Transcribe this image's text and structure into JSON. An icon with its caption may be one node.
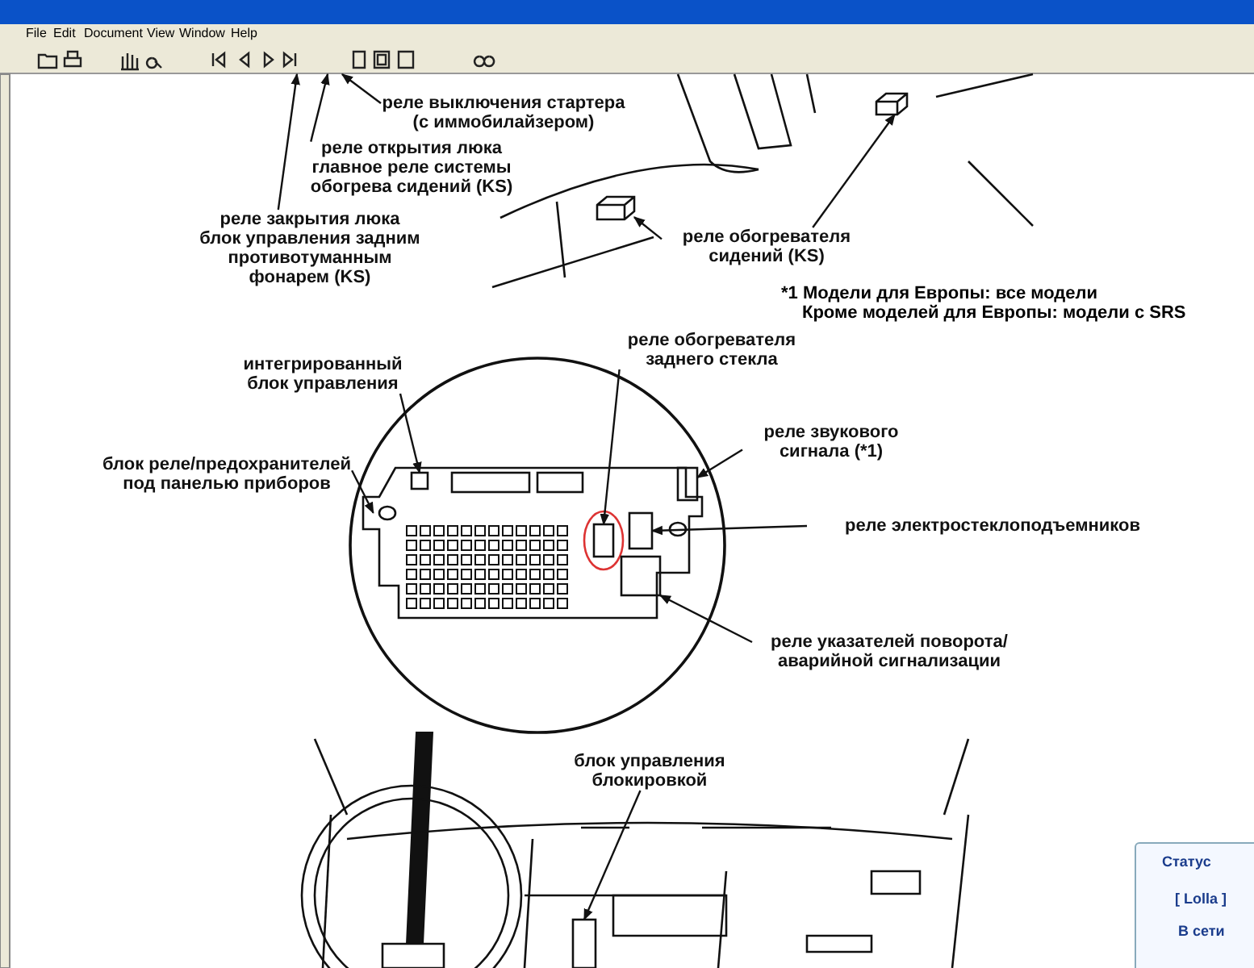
{
  "diagram": {
    "nodes": [
      {
        "text": [
          "реле выключения стартера (с иммобилайзером)"
        ]
      },
      {
        "text": [
          "реле открытия люка",
          "главное реле системы обогрева сидений (KS)"
        ]
      },
      {
        "text": [
          "реле закрытия люка",
          "блок управления задним противотуманным фонарем (KS)"
        ]
      },
      {
        "text": [
          "реле обогревателя сидений (KS)"
        ]
      },
      {
        "text": [
          "интегрированный блок управления"
        ]
      },
      {
        "text": [
          "блок реле/предохранителей под панелью приборов"
        ]
      },
      {
        "text": [
          "реле обогревателя заднего стекла"
        ]
      },
      {
        "text": [
          "реле звукового сигнала (*1)"
        ]
      },
      {
        "text": [
          "реле электростеклоподъемников"
        ]
      },
      {
        "text": [
          "реле указателей поворота/ аварийной сигнализации"
        ]
      },
      {
        "text": [
          "блок управления блокировкой"
        ]
      },
      {
        "text": [],
        "shape": "box"
      },
      {
        "text": [],
        "shape": "box"
      },
      {
        "text": [],
        "shape": "box"
      },
      {
        "text": [],
        "shape": "box",
        "in": 13
      },
      {
        "text": [],
        "shape": "box",
        "in": 13
      },
      {
        "text": [],
        "shape": "box",
        "in": 13
      },
      {
        "text": [],
        "shape": "box",
        "in": 13
      },
      {
        "text": [],
        "shape": "box",
        "in": 13
      },
      {
        "text": [],
        "shape": "box"
      }
    ],
    "edges": [
      {
        "from": 0,
        "to": null,
        "arrow": "to"
      },
      {
        "from": 1,
        "to": null,
        "arrow": "to"
      },
      {
        "from": 2,
        "to": null,
        "arrow": "to"
      },
      {
        "from": 3,
        "to": 11,
        "arrow": "to"
      },
      {
        "from": 3,
        "to": 12,
        "arrow": "to"
      },
      {
        "from": 4,
        "to": 14,
        "arrow": "to"
      },
      {
        "from": 5,
        "to": 13,
        "arrow": "to"
      },
      {
        "from": 6,
        "to": 15,
        "arrow": "to"
      },
      {
        "from": 7,
        "to": 16,
        "arrow": "to"
      },
      {
        "from": 8,
        "to": 17,
        "arrow": "to"
      },
      {
        "from": 9,
        "to": 18,
        "arrow": "to"
      },
      {
        "from": 10,
        "to": 19,
        "arrow": "to"
      }
    ],
    "labels": [
      "File",
      "Edit",
      "Document",
      "View",
      "Window",
      "Help",
      "*1 Модели для Европы: все модели",
      "Кроме моделей для Европы: модели с SRS",
      "Статус",
      "[ Lolla ]",
      "В сети"
    ]
  }
}
